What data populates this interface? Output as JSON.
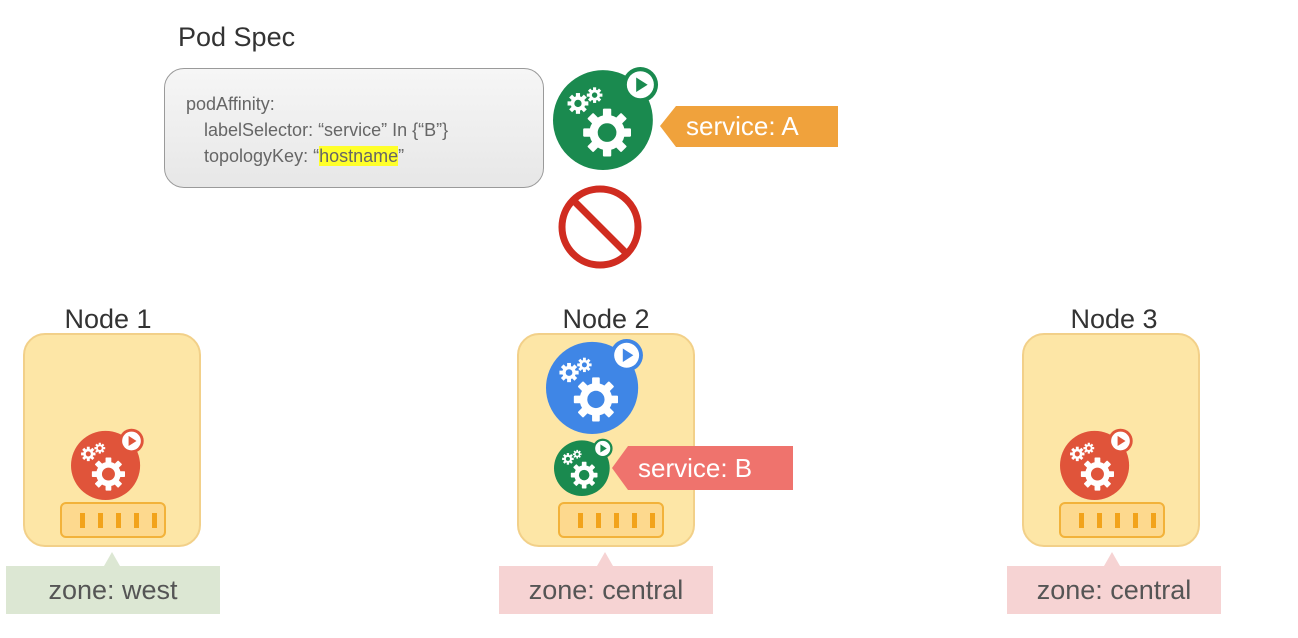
{
  "pod_spec": {
    "title": "Pod Spec",
    "line1": "podAffinity:",
    "line2": "labelSelector: “service” In {“B”}",
    "line3_prefix": "topologyKey: “",
    "line3_highlight": "hostname",
    "line3_suffix": "”"
  },
  "new_pod": {
    "label": "service: A",
    "color": "#1a8a4f",
    "icon": "gears-play-icon"
  },
  "blocked_icon": "prohibited-icon",
  "nodes": [
    {
      "title": "Node 1",
      "zone": "zone: west",
      "pods": [
        "red-pod"
      ]
    },
    {
      "title": "Node 2",
      "zone": "zone: central",
      "pods": [
        "blue-pod",
        "green-pod"
      ],
      "pod_label": "service: B"
    },
    {
      "title": "Node 3",
      "zone": "zone: central",
      "pods": [
        "red-pod"
      ]
    }
  ],
  "colors": {
    "green_pod": "#1a8a4f",
    "blue_pod": "#3f86e6",
    "red_pod": "#e0543a",
    "service_a": "#f0a23c",
    "service_b": "#ef736d",
    "zone_west": "#dce7d3",
    "zone_central": "#f6d3d3",
    "node_fill": "#fde6a6"
  }
}
